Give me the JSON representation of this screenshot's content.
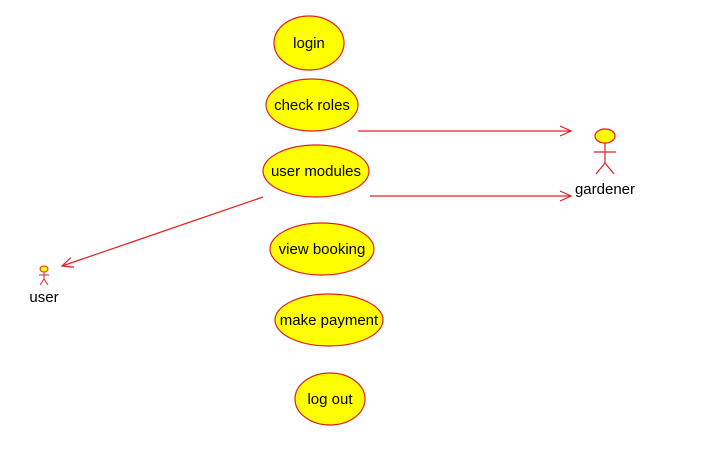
{
  "colors": {
    "usecase_fill": "#ffff00",
    "usecase_stroke": "#e02020",
    "line": "#e02020",
    "actor_fill": "#ffff00",
    "actor_stroke": "#e02020"
  },
  "use_cases": [
    {
      "id": "login",
      "label": "login"
    },
    {
      "id": "check-roles",
      "label": "check roles"
    },
    {
      "id": "user-modules",
      "label": "user modules"
    },
    {
      "id": "view-booking",
      "label": "view booking"
    },
    {
      "id": "make-payment",
      "label": "make payment"
    },
    {
      "id": "log-out",
      "label": "log out"
    }
  ],
  "actors": [
    {
      "id": "gardener",
      "label": "gardener"
    },
    {
      "id": "user",
      "label": "user"
    }
  ],
  "associations": [
    {
      "from": "check-roles",
      "to": "gardener"
    },
    {
      "from": "user-modules",
      "to": "gardener"
    },
    {
      "from": "user-modules",
      "to": "user"
    }
  ]
}
